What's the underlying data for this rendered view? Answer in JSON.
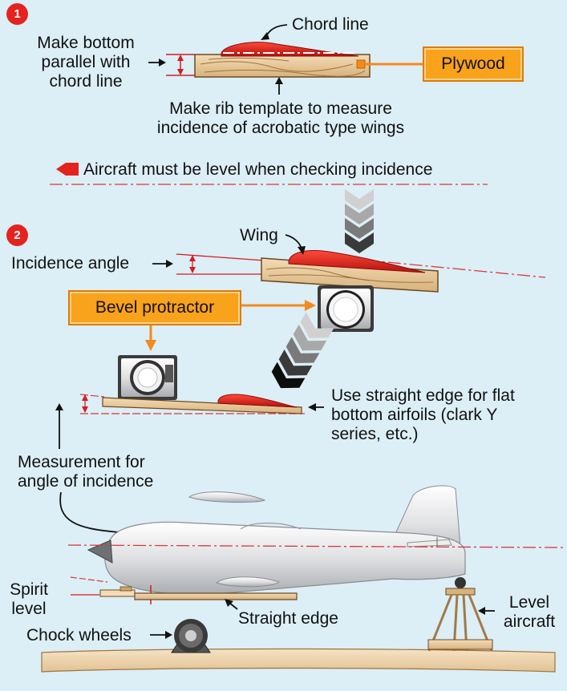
{
  "badges": {
    "step1": "1",
    "step2": "2"
  },
  "step1": {
    "chord_line": "Chord line",
    "bottom_parallel": [
      "Make bottom",
      "parallel with",
      "chord line"
    ],
    "plywood": "Plywood",
    "rib_template": [
      "Make rib template to measure",
      "incidence of acrobatic type wings"
    ]
  },
  "level_note": "Aircraft must be level when checking incidence",
  "step2": {
    "wing": "Wing",
    "incidence_angle": "Incidence angle",
    "bevel_protractor": "Bevel protractor",
    "straight_edge_note": [
      "Use straight edge for flat",
      "bottom airfoils (clark Y",
      "series, etc.)"
    ],
    "measurement": [
      "Measurement for",
      "angle of incidence"
    ],
    "spirit_level": [
      "Spirit",
      "level"
    ],
    "straight_edge": "Straight edge",
    "chock_wheels": "Chock wheels",
    "level_aircraft": [
      "Level",
      "aircraft"
    ]
  },
  "colors": {
    "background": "#dceef6",
    "badge": "#e4231f",
    "callout": "#f9a21b",
    "airfoil": "#e4231f",
    "wood": "#e6c596",
    "fuselage": "#d9dadc",
    "centerline": "#d63a3a"
  }
}
